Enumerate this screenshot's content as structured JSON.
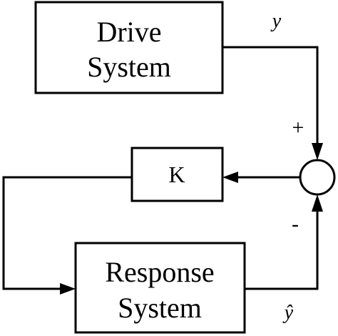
{
  "diagram": {
    "blocks": {
      "drive": {
        "line1": "Drive",
        "line2": "System"
      },
      "gain": {
        "label": "K"
      },
      "response": {
        "line1": "Response",
        "line2": "System"
      }
    },
    "signals": {
      "drive_output": "y",
      "response_output": "ŷ"
    },
    "summing_junction": {
      "plus_sign": "+",
      "minus_sign": "-"
    }
  }
}
